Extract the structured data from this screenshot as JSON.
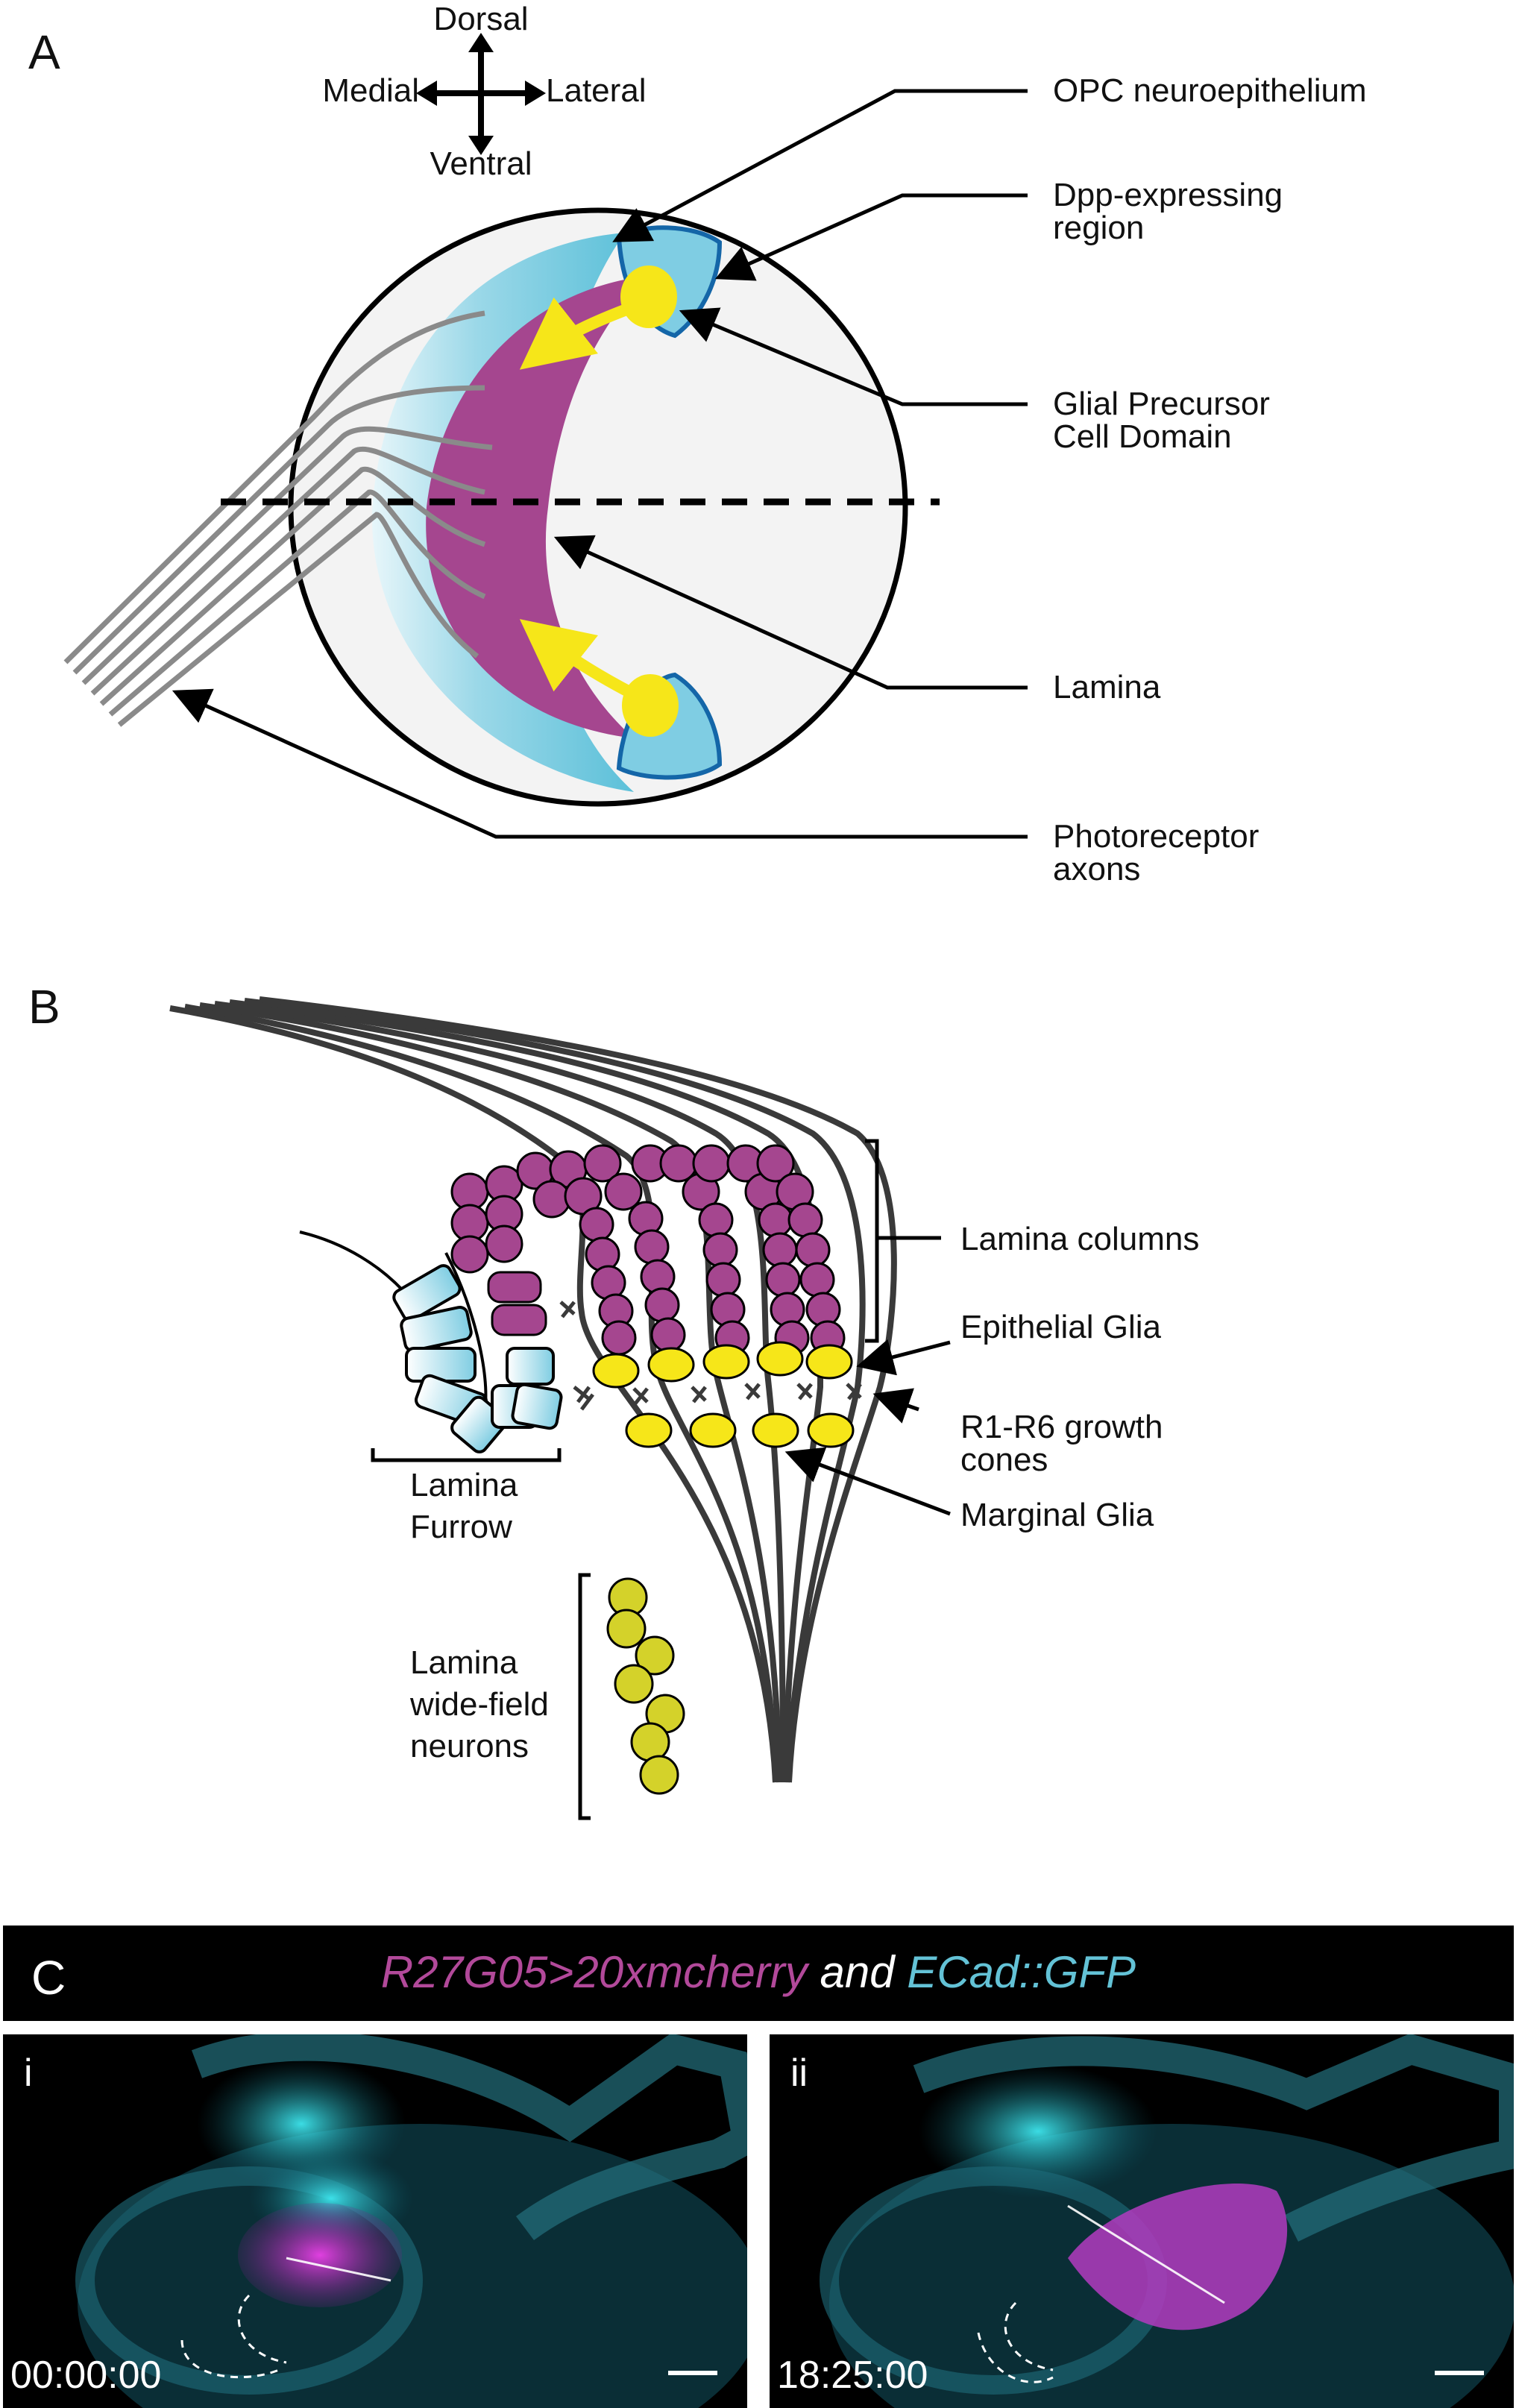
{
  "panelA": {
    "letter": "A",
    "compass": {
      "dorsal": "Dorsal",
      "ventral": "Ventral",
      "medial": "Medial",
      "lateral": "Lateral"
    },
    "labels": {
      "opc": "OPC neuroepithelium",
      "dpp1": "Dpp-expressing",
      "dpp2": "region",
      "glial1": "Glial Precursor",
      "glial2": "Cell Domain",
      "lamina": "Lamina",
      "photo1": "Photoreceptor",
      "photo2": "axons"
    }
  },
  "panelB": {
    "letter": "B",
    "labels": {
      "columns": "Lamina columns",
      "epithelial": "Epithelial Glia",
      "growth1": "R1-R6 growth",
      "growth2": "cones",
      "marginal": "Marginal Glia",
      "furrow1": "Lamina",
      "furrow2": "Furrow",
      "wf1": "Lamina",
      "wf2": "wide-field",
      "wf3": "neurons"
    }
  },
  "panelC": {
    "letter": "C",
    "caption": {
      "part1": "R27G05>20xmcherry",
      "part2": " and ",
      "part3": "ECad::GFP"
    },
    "images": [
      {
        "tag": "i",
        "time": "00:00:00"
      },
      {
        "tag": "ii",
        "time": "18:25:00"
      }
    ]
  },
  "colors": {
    "magenta": "#a5468f",
    "cyan": "#5fc0d8",
    "yellow": "#f6e619",
    "dark_gray": "#333333",
    "olive_yellow": "#d4d22a"
  }
}
